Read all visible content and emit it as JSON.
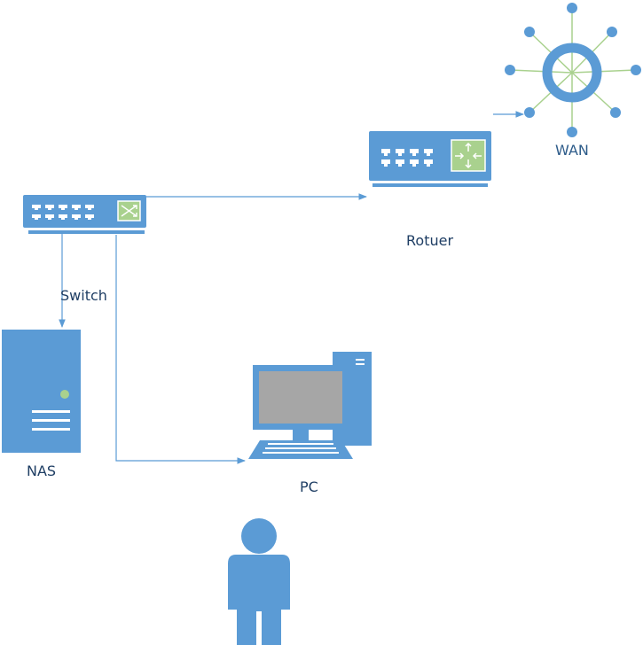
{
  "labels": {
    "wan": "WAN",
    "router": "Rotuer",
    "switch": "Switch",
    "nas": "NAS",
    "pc": "PC"
  },
  "colors": {
    "device": "#5b9bd5",
    "device_dark": "#41719c",
    "line": "#5b9bd5",
    "accent_green": "#a9d18e",
    "spoke_green": "#a9d18e",
    "screen_gray": "#a6a6a6",
    "label_wan": "#2e5c8a",
    "label_other": "#1f3e64"
  },
  "icons": {
    "wan": "globe-network-icon",
    "router": "router-icon",
    "switch": "switch-icon",
    "nas": "server-tower-icon",
    "pc": "desktop-computer-icon",
    "user": "user-icon"
  }
}
